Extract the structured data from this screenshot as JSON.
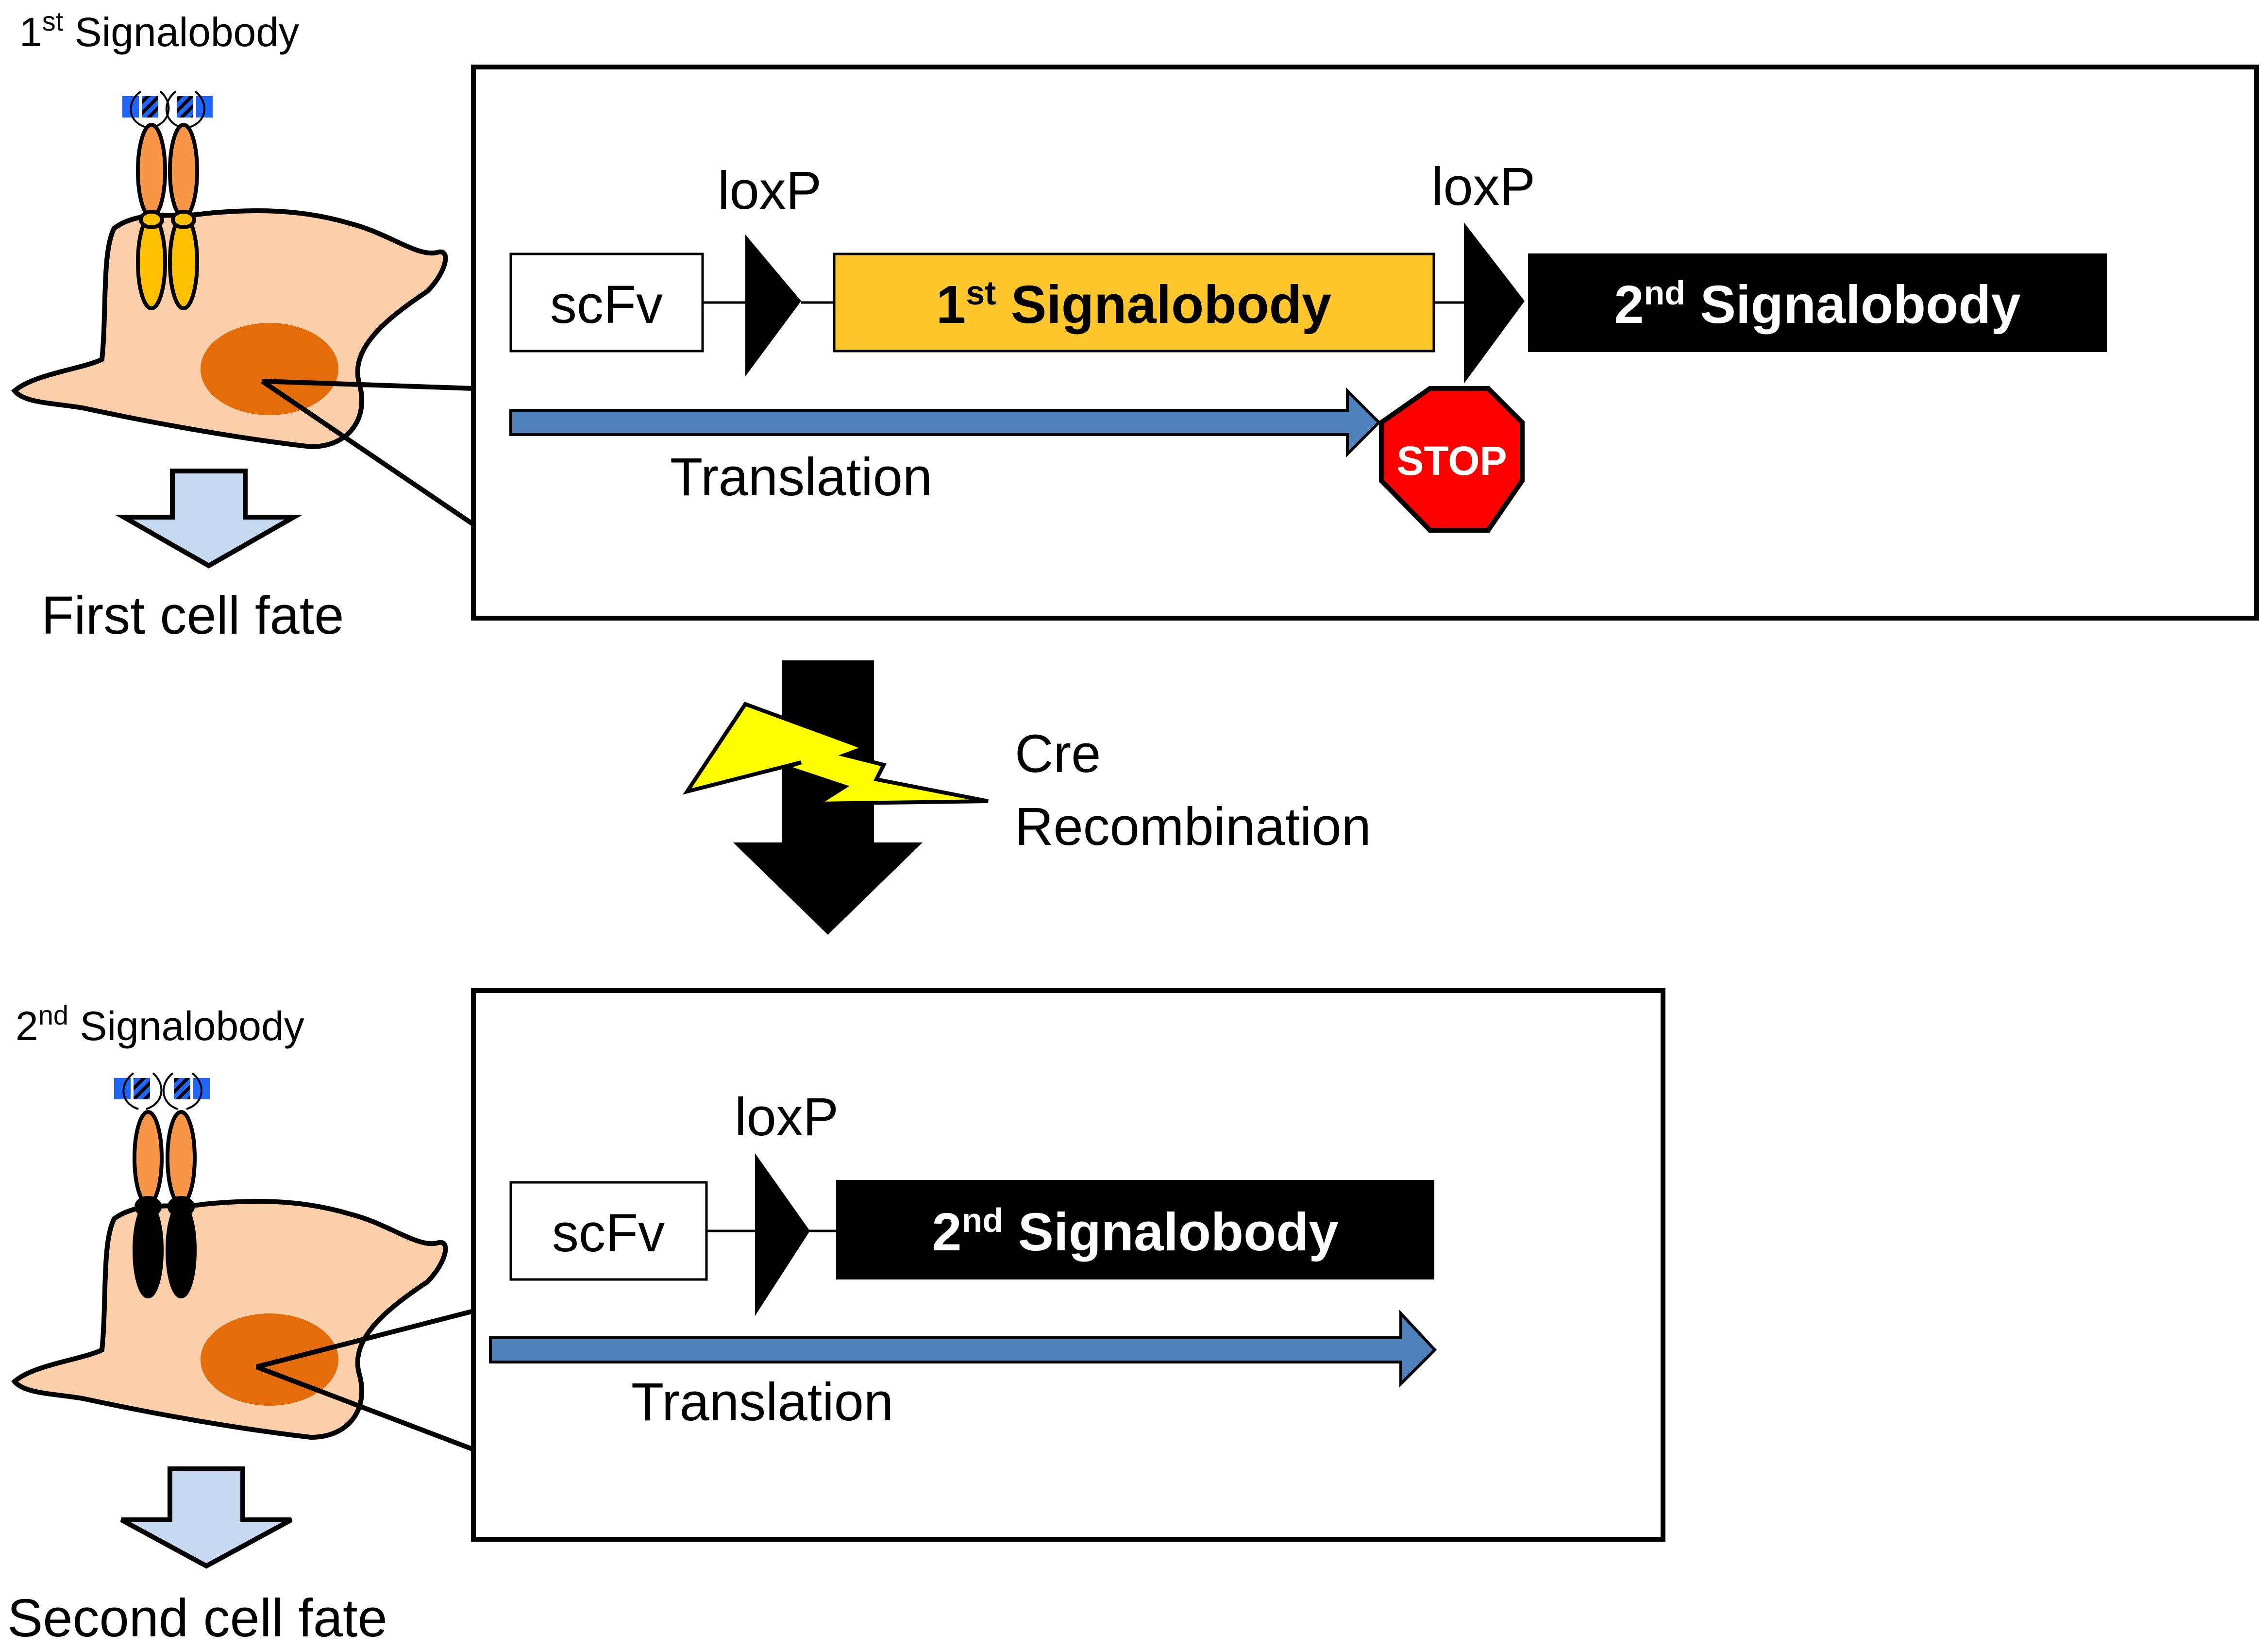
{
  "top": {
    "cell_label_main": "1",
    "cell_label_sup": "st",
    "cell_label_rest": " Signalobody",
    "fate": "First cell fate",
    "scfv": "scFv",
    "loxp_left": "loxP",
    "loxp_right": "loxP",
    "gene1_main": "1",
    "gene1_sup": "st",
    "gene1_rest": " Signalobody",
    "gene2_main": "2",
    "gene2_sup": "nd",
    "gene2_rest": " Signalobody",
    "stop": "STOP",
    "translation": "Translation"
  },
  "middle": {
    "cre": "Cre",
    "recombination": "Recombination"
  },
  "bottom": {
    "cell_label_main": "2",
    "cell_label_sup": "nd",
    "cell_label_rest": " Signalobody",
    "fate": "Second cell fate",
    "scfv": "scFv",
    "loxp": "loxP",
    "gene2_main": "2",
    "gene2_sup": "nd",
    "gene2_rest": " Signalobody",
    "translation": "Translation"
  },
  "colors": {
    "cell_fill": "#FBCFAA",
    "nucleus": "#E46C0A",
    "receptor_orange": "#F79646",
    "receptor_yellow": "#FFC000",
    "gene1_fill": "#FFC72C",
    "gene2_fill": "#000000",
    "translation_arrow": "#4F81BD",
    "fate_arrow": "#C6D9F1",
    "stop": "#FF0000",
    "lightning": "#FFFF00",
    "antigen_blue": "#1F66FF"
  }
}
